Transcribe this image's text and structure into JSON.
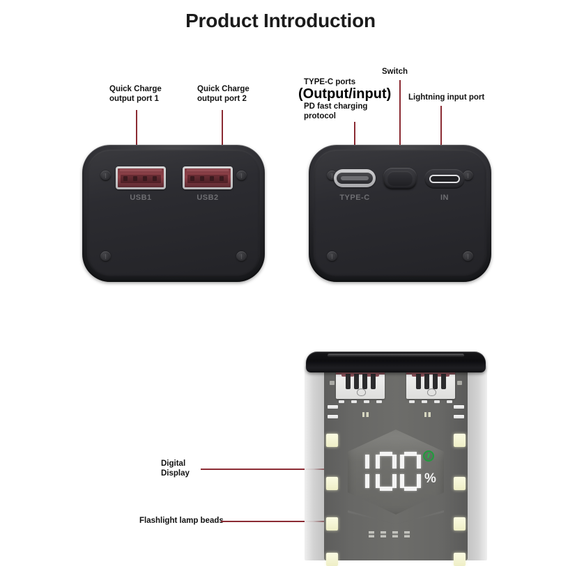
{
  "page": {
    "title": "Product Introduction",
    "background_color": "#ffffff",
    "leader_line_color": "#8b2b33"
  },
  "top_section": {
    "left_device": {
      "name": "output-end-panel",
      "callouts": [
        {
          "id": "quick-charge-1",
          "text": "Quick Charge\noutput port 1"
        },
        {
          "id": "quick-charge-2",
          "text": "Quick Charge\noutput port 2"
        }
      ],
      "ports": [
        {
          "id": "usb1",
          "label": "USB1",
          "type": "usb-a"
        },
        {
          "id": "usb2",
          "label": "USB2",
          "type": "usb-a"
        }
      ]
    },
    "right_device": {
      "name": "input-end-panel",
      "callouts": [
        {
          "id": "type-c",
          "line1": "TYPE-C ports",
          "emphasis": "(Output/input)",
          "line2": "PD fast charging\nprotocol"
        },
        {
          "id": "switch",
          "text": "Switch"
        },
        {
          "id": "lightning",
          "text": "Lightning input port"
        }
      ],
      "ports": [
        {
          "id": "type-c",
          "label": "TYPE-C",
          "type": "usb-c"
        },
        {
          "id": "switch",
          "label": "",
          "type": "button"
        },
        {
          "id": "in",
          "label": "IN",
          "type": "lightning"
        }
      ]
    }
  },
  "bottom_section": {
    "device_name": "transparent-power-bank",
    "callouts": [
      {
        "id": "digital-display",
        "text": "Digital\nDisplay"
      },
      {
        "id": "flashlight-lamp-beads",
        "text": "Flashlight lamp beads"
      }
    ],
    "display": {
      "value": "100",
      "unit": "%",
      "badge": "charging-indicator",
      "badge_color": "#1f9d3c",
      "segment_color": "#f4f4f4"
    },
    "lamp_beads": {
      "color": "#f5f5cd",
      "count_per_side": 4
    },
    "battery_clips": 2,
    "status_dots": 4
  }
}
